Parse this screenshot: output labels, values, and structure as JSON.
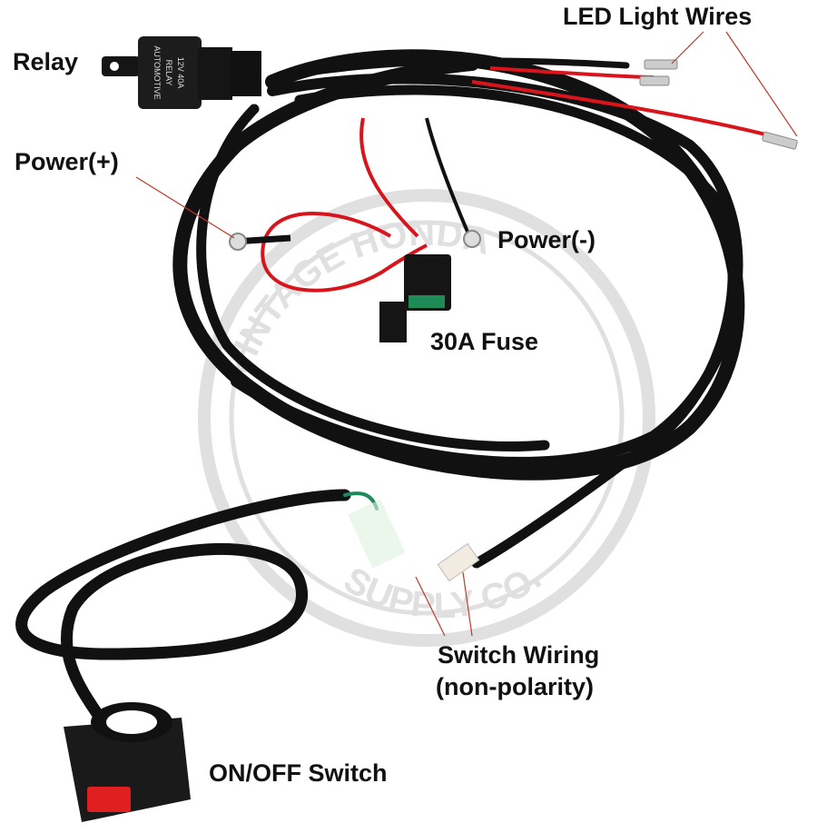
{
  "labels": {
    "relay": "Relay",
    "led_wires": "LED Light Wires",
    "power_pos": "Power(+)",
    "power_neg": "Power(-)",
    "fuse": "30A Fuse",
    "switch_wiring_1": "Switch Wiring",
    "switch_wiring_2": "(non-polarity)",
    "switch": "ON/OFF Switch"
  },
  "relay_print": [
    "AUTOMOTIVE",
    "RELAY",
    "12V 40A"
  ],
  "watermark": [
    "VINTAGE HONDA",
    "SUPPLY CO."
  ],
  "colors": {
    "wire": "#111111",
    "red_wire": "#d8141c",
    "leader": "#c0392b",
    "watermark": "#c8c8c8",
    "switch_button": "#e02020"
  }
}
